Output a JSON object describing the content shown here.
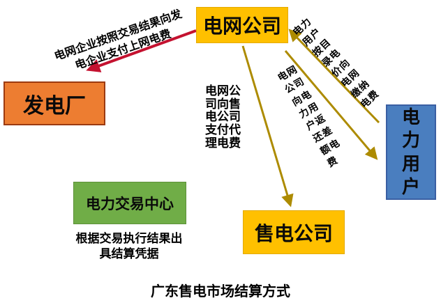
{
  "caption": "广东售电市场结算方式",
  "boxes": {
    "grid_company": {
      "label": "电网公司",
      "color": "#FFC000"
    },
    "power_plant": {
      "label": "发电厂",
      "color": "#ED7D31"
    },
    "power_user": {
      "label": "电力用户",
      "color": "#4A7EBF"
    },
    "sales_company": {
      "label": "售电公司",
      "color": "#FFC000"
    },
    "trading_center": {
      "label": "电力交易中心",
      "color": "#70AD47"
    }
  },
  "flows": {
    "grid_to_plant": {
      "lines": [
        "电网企业按照交易结果向发",
        "电企业支付上网电费"
      ],
      "arrow_color": "#C41230",
      "from": "电网公司",
      "to": "发电厂"
    },
    "grid_to_sales": {
      "label": "电网公司向售电公司支付代理电费",
      "arrow_color": "#AD8B00",
      "from": "电网公司",
      "to": "售电公司"
    },
    "user_to_grid": {
      "label": "电力用户按目录电价向电网缴纳电费",
      "arrow_color": "#AD8B00",
      "from": "电力用户",
      "to": "电网公司"
    },
    "grid_to_user": {
      "label": "电网公司向电力用户返还差额电费",
      "arrow_color": "#AD8B00",
      "from": "电网公司",
      "to": "电力用户"
    },
    "trading_note": {
      "label": "根据交易执行结果出具结算凭据"
    }
  }
}
